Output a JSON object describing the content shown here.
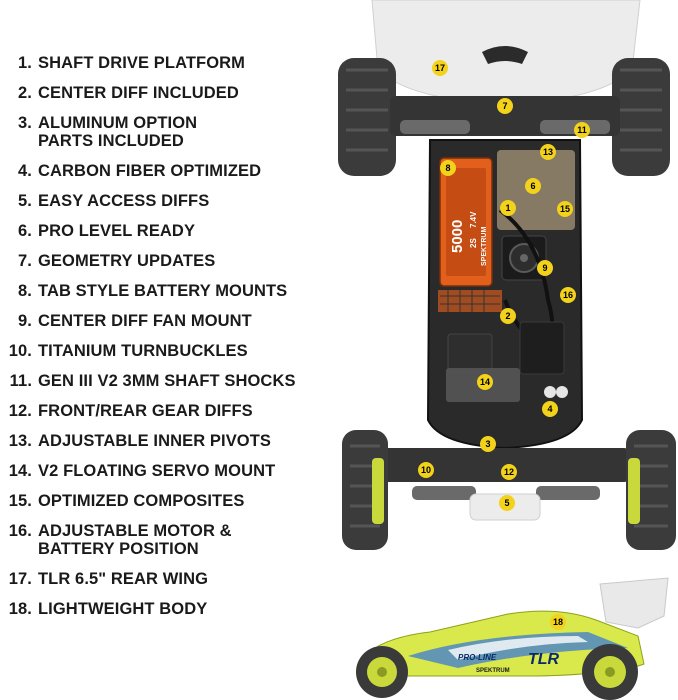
{
  "features": [
    {
      "number": "1.",
      "label": "SHAFT DRIVE PLATFORM"
    },
    {
      "number": "2.",
      "label": "CENTER DIFF INCLUDED"
    },
    {
      "number": "3.",
      "label": "ALUMINUM OPTION\nPARTS INCLUDED"
    },
    {
      "number": "4.",
      "label": "CARBON FIBER OPTIMIZED"
    },
    {
      "number": "5.",
      "label": "EASY ACCESS DIFFS"
    },
    {
      "number": "6.",
      "label": "PRO LEVEL READY"
    },
    {
      "number": "7.",
      "label": "GEOMETRY UPDATES"
    },
    {
      "number": "8.",
      "label": "TAB STYLE BATTERY MOUNTS"
    },
    {
      "number": "9.",
      "label": "CENTER DIFF FAN MOUNT"
    },
    {
      "number": "10.",
      "label": "TITANIUM TURNBUCKLES"
    },
    {
      "number": "11.",
      "label": "GEN III V2 3MM SHAFT SHOCKS"
    },
    {
      "number": "12.",
      "label": "FRONT/REAR GEAR DIFFS"
    },
    {
      "number": "13.",
      "label": "ADJUSTABLE INNER PIVOTS"
    },
    {
      "number": "14.",
      "label": "V2 FLOATING SERVO MOUNT"
    },
    {
      "number": "15.",
      "label": "OPTIMIZED COMPOSITES"
    },
    {
      "number": "16.",
      "label": "ADJUSTABLE MOTOR &\nBATTERY POSITION"
    },
    {
      "number": "17.",
      "label": "TLR 6.5\" REAR WING"
    },
    {
      "number": "18.",
      "label": "LIGHTWEIGHT BODY"
    }
  ],
  "markers": [
    "1",
    "2",
    "3",
    "4",
    "5",
    "6",
    "7",
    "8",
    "9",
    "10",
    "11",
    "12",
    "13",
    "14",
    "15",
    "16",
    "17",
    "18"
  ],
  "battery": {
    "capacity": "5000",
    "voltage": "7.4V",
    "cells": "2S",
    "brand": "SPEKTRUM"
  },
  "car_decals": {
    "sponsor": "PRO-LINE",
    "brand": "TLR",
    "sub": "SPEKTRUM"
  },
  "colors": {
    "marker": "#f2d21b",
    "chassis": "#2a2a2a",
    "battery": "#e2601b",
    "body": "#d9e84a",
    "tire": "#3a3a3a"
  }
}
